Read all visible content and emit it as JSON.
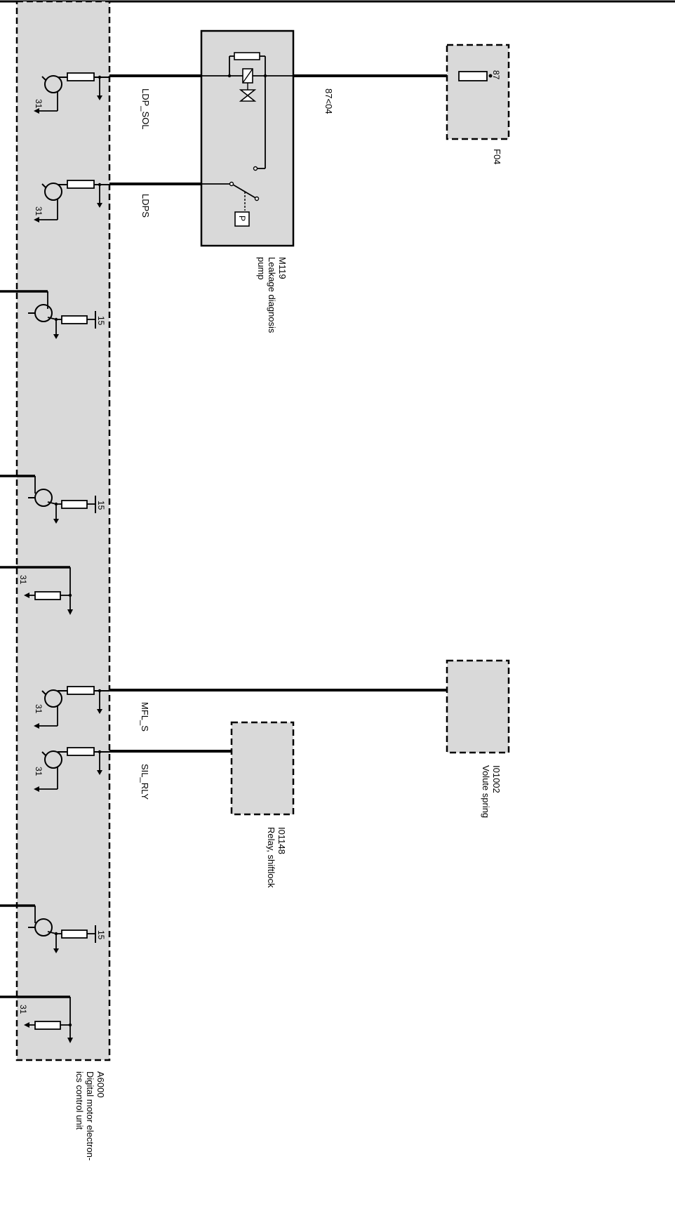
{
  "control_unit": {
    "id": "A6000",
    "name_line1": "Digital motor electron-",
    "name_line2": "ics control unit"
  },
  "pump": {
    "id": "M119",
    "name_line1": "Leakage diagnosis",
    "name_line2": "pump",
    "pressure_symbol": "P"
  },
  "fuse": {
    "id": "F04",
    "terminal": "87"
  },
  "relay": {
    "id": "I01148",
    "name": "Relay, shiftlock"
  },
  "spring": {
    "id": "I01002",
    "name": "Volute spring"
  },
  "signals": {
    "ldp_sol": "LDP_SOL",
    "ldps": "LDPS",
    "mfl_s": "MFL_S",
    "sil_rly": "SIL_RLY",
    "wire_87": "87<04"
  },
  "pins": {
    "ground": "31",
    "ignition": "15"
  },
  "colors": {
    "component_fill": "#d9d9d9",
    "line": "#000000",
    "background": "#ffffff"
  }
}
